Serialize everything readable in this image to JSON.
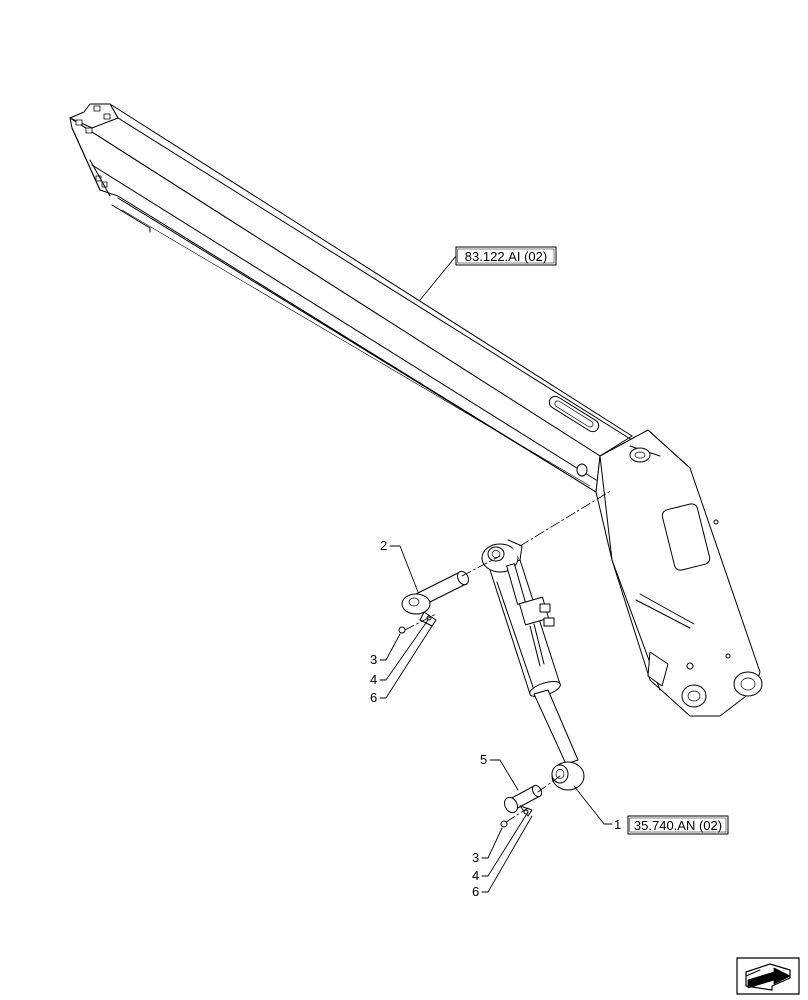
{
  "diagram": {
    "references": {
      "boom": "83.122.AI (02)",
      "cylinder": "35.740.AN (02)"
    },
    "callouts": {
      "c1": "1",
      "c2": "2",
      "c3a": "3",
      "c4a": "4",
      "c6a": "6",
      "c5": "5",
      "c3b": "3",
      "c4b": "4",
      "c6b": "6"
    },
    "nav_icon": "next-page-arrow-icon"
  }
}
